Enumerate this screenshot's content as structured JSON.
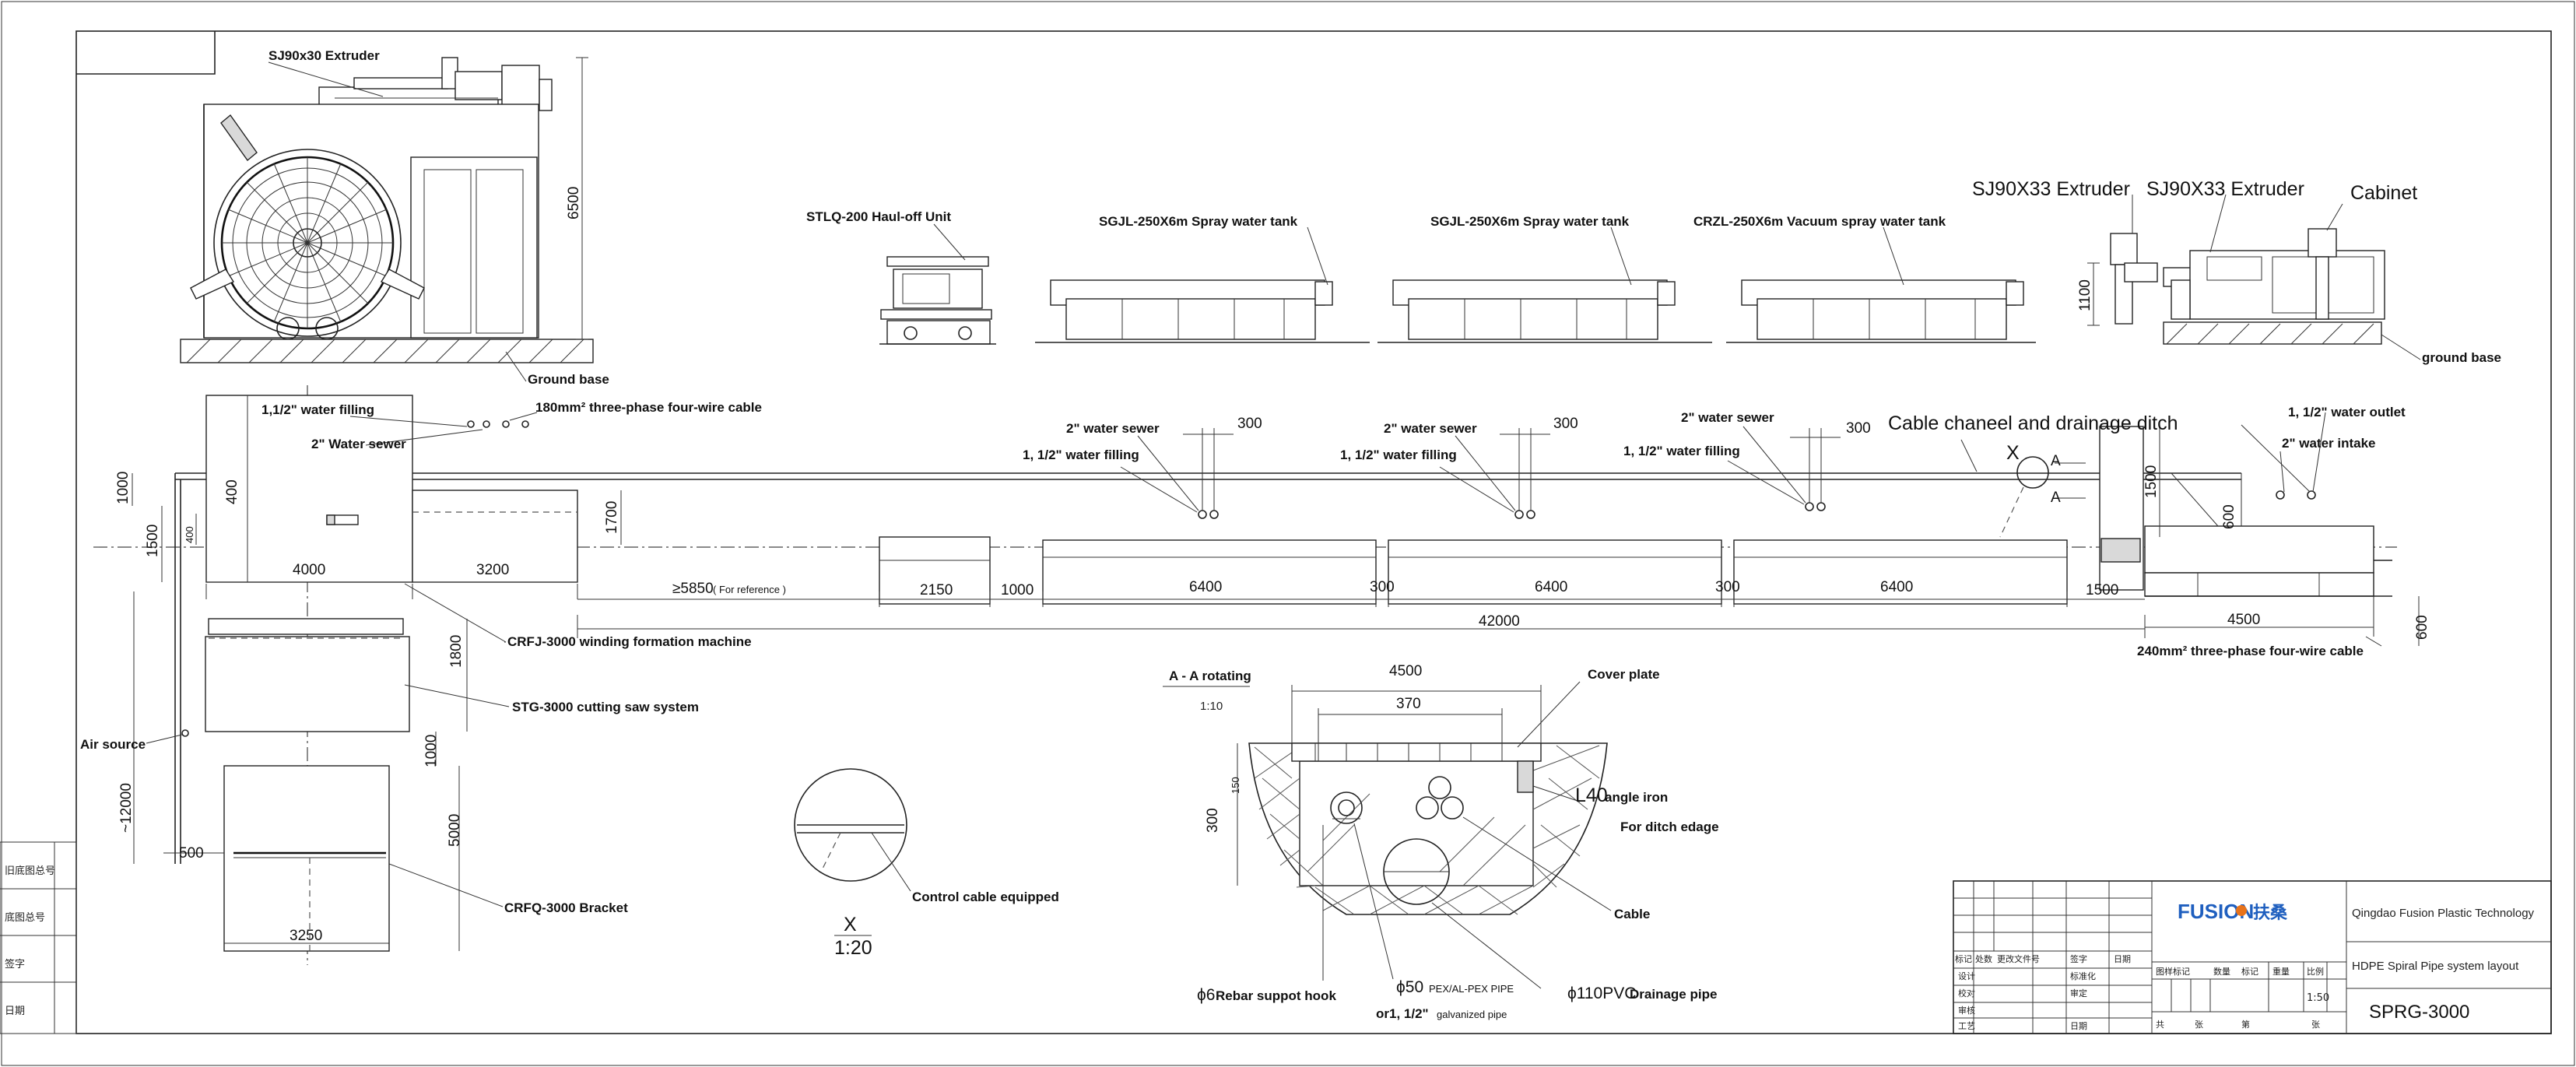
{
  "equipment": {
    "extruder_main": "SJ90x30 Extruder",
    "ground_base_left": "Ground base",
    "haul_off": "STLQ-200 Haul-off Unit",
    "spray_tank_1": "SGJL-250X6m Spray water tank",
    "spray_tank_2": "SGJL-250X6m Spray water tank",
    "vacuum_tank": "CRZL-250X6m Vacuum spray water tank",
    "extruder_a": "SJ90X33 Extruder",
    "extruder_b": "SJ90X33 Extruder",
    "cabinet": "Cabinet",
    "ground_base_right": "ground base"
  },
  "services": {
    "water_filling_left": "1,1/2\"   water filling",
    "water_sewer_left": "2\" Water sewer",
    "cable_top": "180mm² three-phase four-wire cable",
    "water_sewer_1": "2\" water sewer",
    "water_filling_1": "1, 1/2\" water filling",
    "water_sewer_2": "2\" water sewer",
    "water_filling_2": "1, 1/2\" water filling",
    "water_sewer_3": "2\" water sewer",
    "water_filling_3": "1, 1/2\" water filling",
    "cable_channel": "Cable chaneel and drainage ditch",
    "water_outlet": "1, 1/2\" water outlet",
    "water_intake": "2\" water intake",
    "cable_right": "240mm² three-phase four-wire cable",
    "winding_machine": "CRFJ-3000 winding formation machine",
    "cutting_saw": "STG-3000 cutting saw system",
    "air_source": "Air source",
    "bracket": "CRFQ-3000 Bracket",
    "control_cable": "Control cable equipped"
  },
  "dimensions": {
    "h6500": "6500",
    "h1100": "1100",
    "w300a": "300",
    "w300b": "300",
    "w300c": "300",
    "h1000": "1000",
    "h1500": "1500",
    "h400": "400",
    "h400b": "400",
    "w4000": "4000",
    "w3200": "3200",
    "h1700": "1700",
    "w5850": "≥5850",
    "ref": "( For reference )",
    "w2150": "2150",
    "w1000": "1000",
    "w6400a": "6400",
    "w300d": "300",
    "w6400b": "6400",
    "w300e": "300",
    "w6400c": "6400",
    "w1500": "1500",
    "w42000": "42000",
    "w4500": "4500",
    "h600a": "600",
    "h600b": "600",
    "h1500r": "1500",
    "h1800": "1800",
    "h1000b": "1000",
    "h12000": "~12000",
    "h5000": "5000",
    "w500": "500",
    "w3250": "3250"
  },
  "section": {
    "title": "A - A rotating",
    "scale": "1:10",
    "w4500": "4500",
    "w370": "370",
    "h150": "150",
    "h300": "300",
    "cover_plate": "Cover plate",
    "angle_iron": "angle iron",
    "angle_code": "L40",
    "ditch_edge": "For ditch edage",
    "cable": "Cable",
    "rebar_code": "ϕ6",
    "rebar": "Rebar suppot hook",
    "pipe50_code": "ϕ50",
    "pipe50": "PEX/AL-PEX PIPE",
    "pipe50_alt": "or1, 1/2\"",
    "pipe50_alt2": "galvanized pipe",
    "pvc_code": "ϕ110PVC",
    "drainage": "Drainage pipe",
    "marker_a1": "A",
    "marker_a2": "A",
    "marker_x": "X"
  },
  "detail": {
    "label": "X",
    "scale": "1:20"
  },
  "title_block": {
    "logo_text": "FUSION",
    "logo_cn": "扶桑",
    "company": "Qingdao Fusion Plastic Technology",
    "drawing_title": "HDPE Spiral Pipe system layout",
    "drawing_no": "SPRG-3000",
    "scale_label": "比例",
    "scale": "1:50",
    "weight_label": "重量",
    "qty_label": "数量",
    "mark_label": "标记",
    "stage_label": "图样标记",
    "sheet_total": "共",
    "sheet_unit1": "张",
    "sheet_no": "第",
    "sheet_unit2": "张",
    "rev_cols": [
      "标记",
      "处数",
      "更改文件号",
      "签字",
      "日期"
    ],
    "roles": [
      "设计",
      "校对",
      "审核",
      "工艺"
    ],
    "role_right": [
      "标准化",
      "审定",
      "",
      "日期"
    ]
  },
  "side_table": [
    "旧底图总号",
    "底图总号",
    "签字",
    "日期"
  ],
  "colors": {
    "line": "#222222",
    "logo_blue": "#1f5fbf",
    "logo_orange": "#e8731a"
  }
}
